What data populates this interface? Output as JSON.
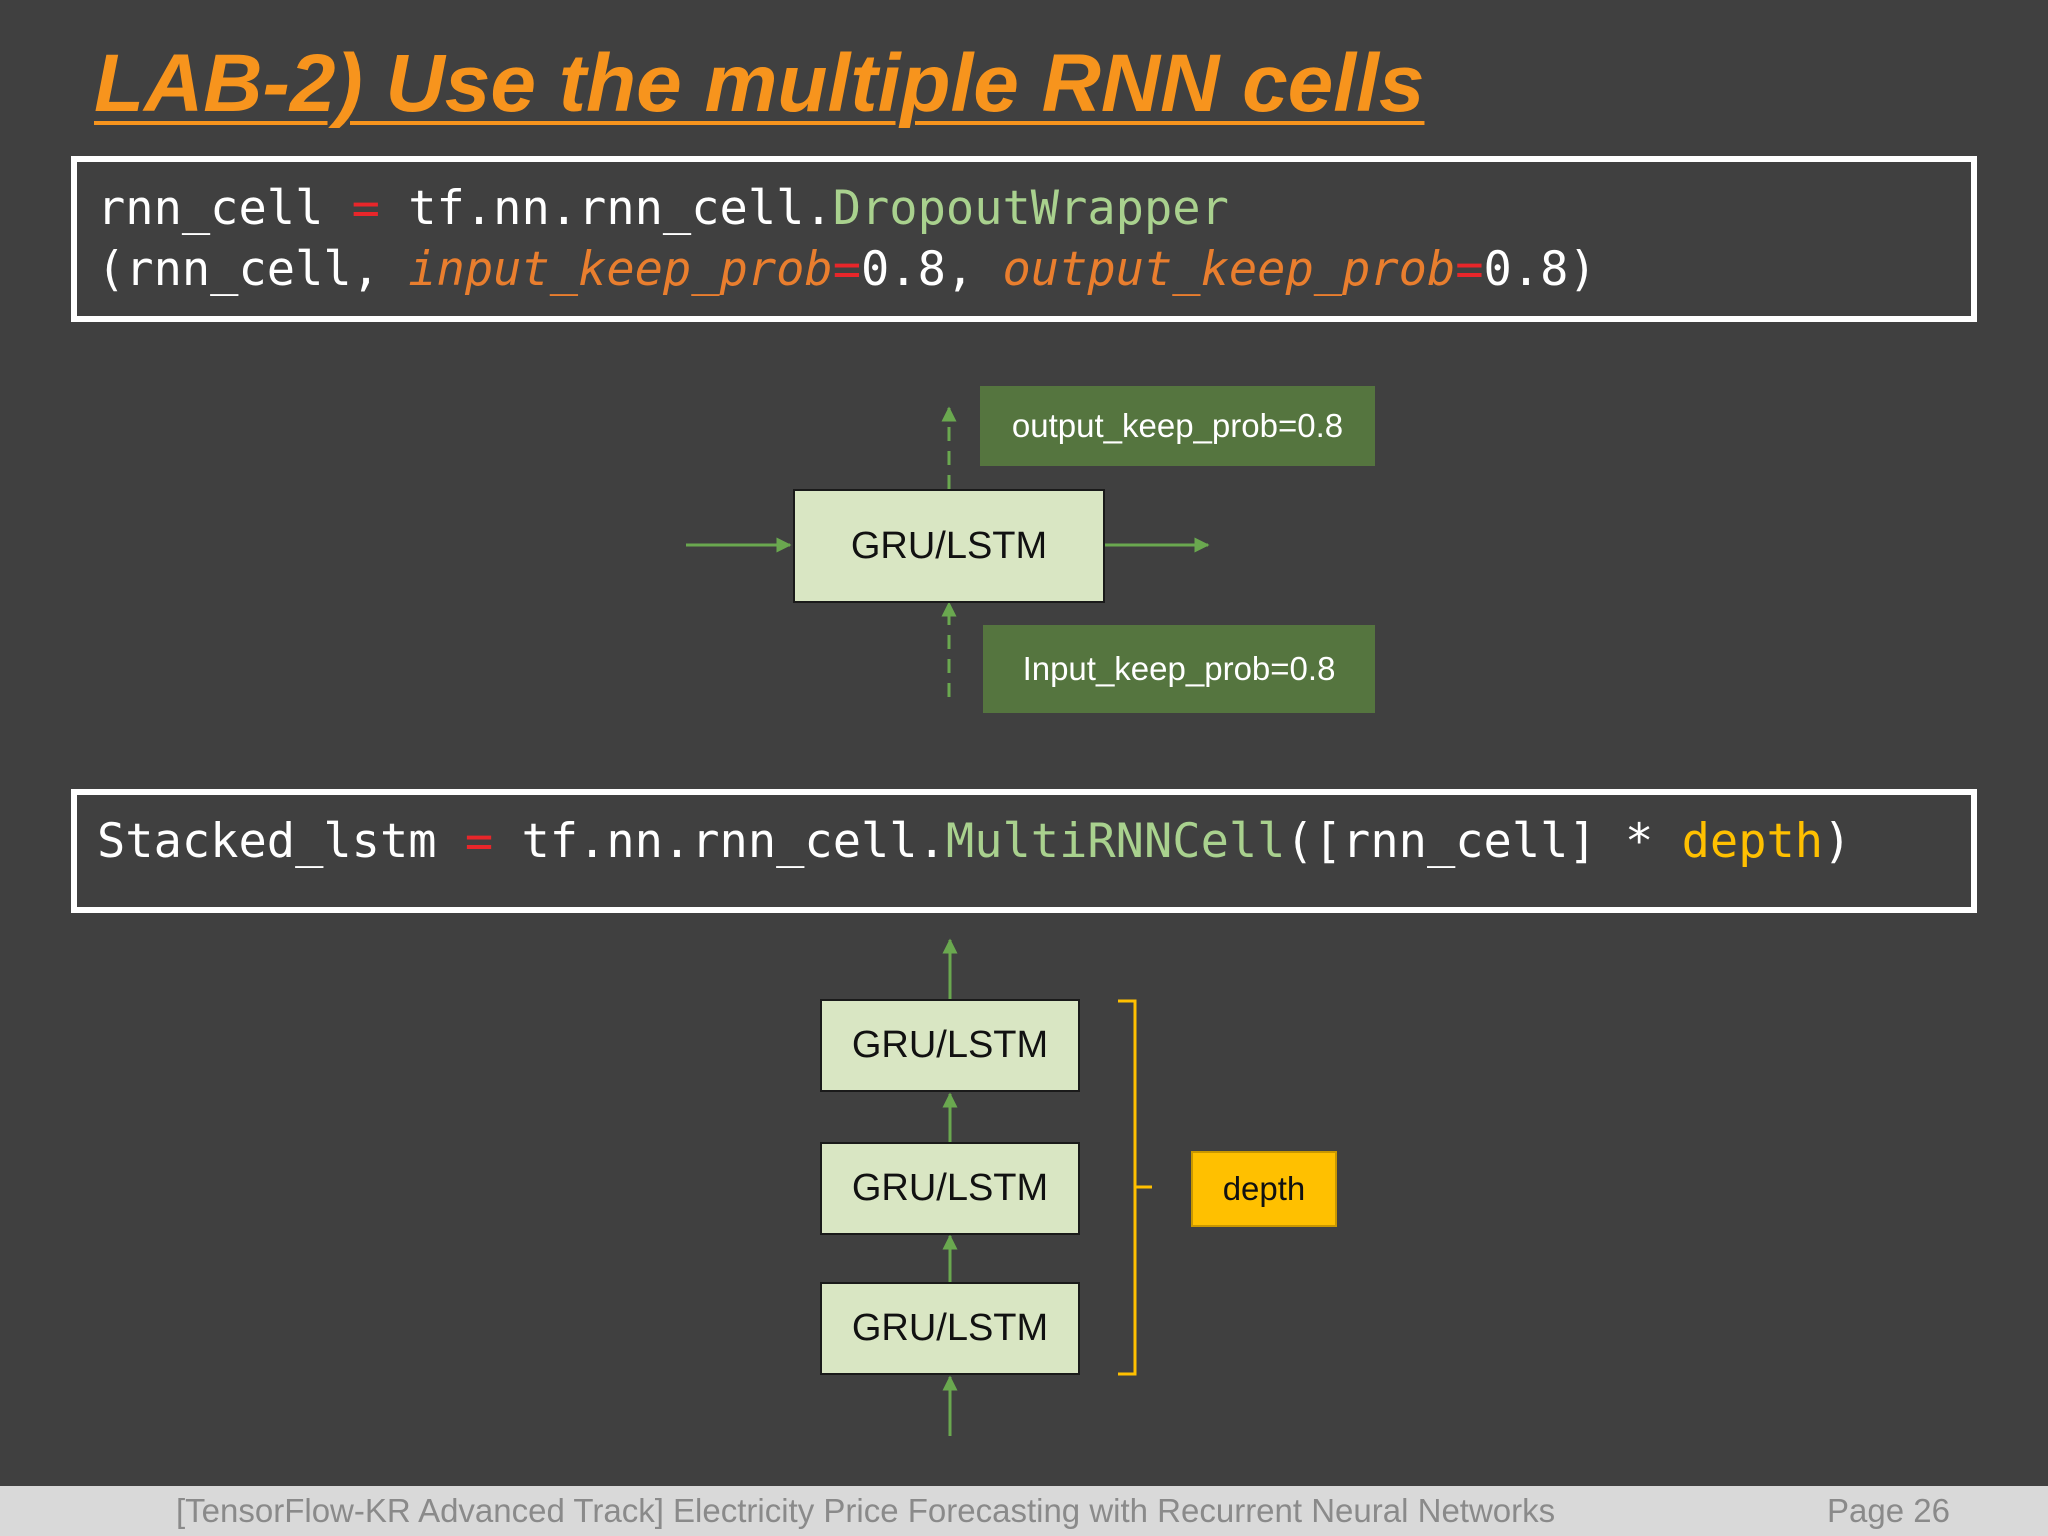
{
  "slide": {
    "title": "LAB-2) Use the multiple RNN cells"
  },
  "code1": {
    "line1": {
      "var": "rnn_cell",
      "eq": "=",
      "prefix": "tf.nn.rnn_cell.",
      "fn": "DropoutWrapper"
    },
    "line2": {
      "open": "(rnn_cell, ",
      "param1": "input_keep_prob",
      "eq1": "=",
      "val1": "0.8, ",
      "param2": "output_keep_prob",
      "eq2": "=",
      "val2": "0.8)"
    }
  },
  "code2": {
    "var": "Stacked_lstm",
    "eq": "=",
    "prefix": "tf.nn.rnn_cell.",
    "fn": "MultiRNNCell",
    "args_open": "([rnn_cell] * ",
    "depth": "depth",
    "args_close": ")"
  },
  "diagram1": {
    "cell_label": "GRU/LSTM",
    "output_label": "output_keep_prob=0.8",
    "input_label": "Input_keep_prob=0.8"
  },
  "diagram2": {
    "cells": [
      "GRU/LSTM",
      "GRU/LSTM",
      "GRU/LSTM"
    ],
    "depth_label": "depth"
  },
  "footer": {
    "text": "[TensorFlow-KR Advanced Track] Electricity Price Forecasting with Recurrent Neural Networks",
    "page": "Page 26"
  },
  "colors": {
    "background": "#404040",
    "title": "#f7941d",
    "arrow_green": "#6aa84f",
    "label_green": "#55753f",
    "cell_fill": "#d9e6c3",
    "depth_yellow": "#ffc000",
    "function_green": "#a9d18e",
    "param_orange": "#e97e2e",
    "operator_red": "#e8262a"
  }
}
